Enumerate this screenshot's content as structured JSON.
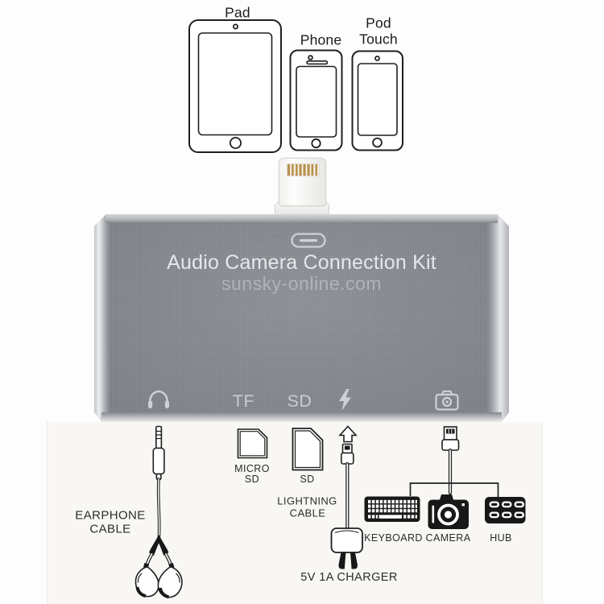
{
  "watermark": "sunsky-online.com",
  "devices": {
    "pad": {
      "label": "Pad"
    },
    "phone": {
      "label": "Phone"
    },
    "pod_touch": {
      "lines": [
        "Pod",
        "Touch"
      ]
    }
  },
  "adapter": {
    "title": "Audio Camera Connection Kit",
    "watermark": "sunsky-online.com",
    "ports": {
      "headphone_icon": "headphones",
      "tf_label": "TF",
      "sd_label": "SD",
      "charge_icon": "lightning-bolt",
      "camera_icon": "camera",
      "top_icon": "lightning-port-outline"
    }
  },
  "accessories": {
    "earphone": {
      "lines": [
        "EARPHONE",
        "CABLE"
      ]
    },
    "micro_sd": {
      "lines": [
        "MICRO",
        "SD"
      ]
    },
    "sd": {
      "label": "SD"
    },
    "lightning_cable": {
      "lines": [
        "LIGHTNING",
        "CABLE"
      ]
    },
    "charger": {
      "label": "5V 1A CHARGER"
    },
    "keyboard": {
      "label": "KEYBOARD"
    },
    "camera": {
      "label": "CAMERA"
    },
    "hub": {
      "label": "HUB"
    }
  },
  "colors": {
    "background": "#fdfdfd",
    "paper": "#f8f7f4",
    "adapter_body": "#84878e",
    "adapter_title_text": "#e6e8eb",
    "adapter_port_marking": "#c9ccd0",
    "line_art": "#1f1f1f",
    "connector_pins_gold": "#b98f4e"
  }
}
